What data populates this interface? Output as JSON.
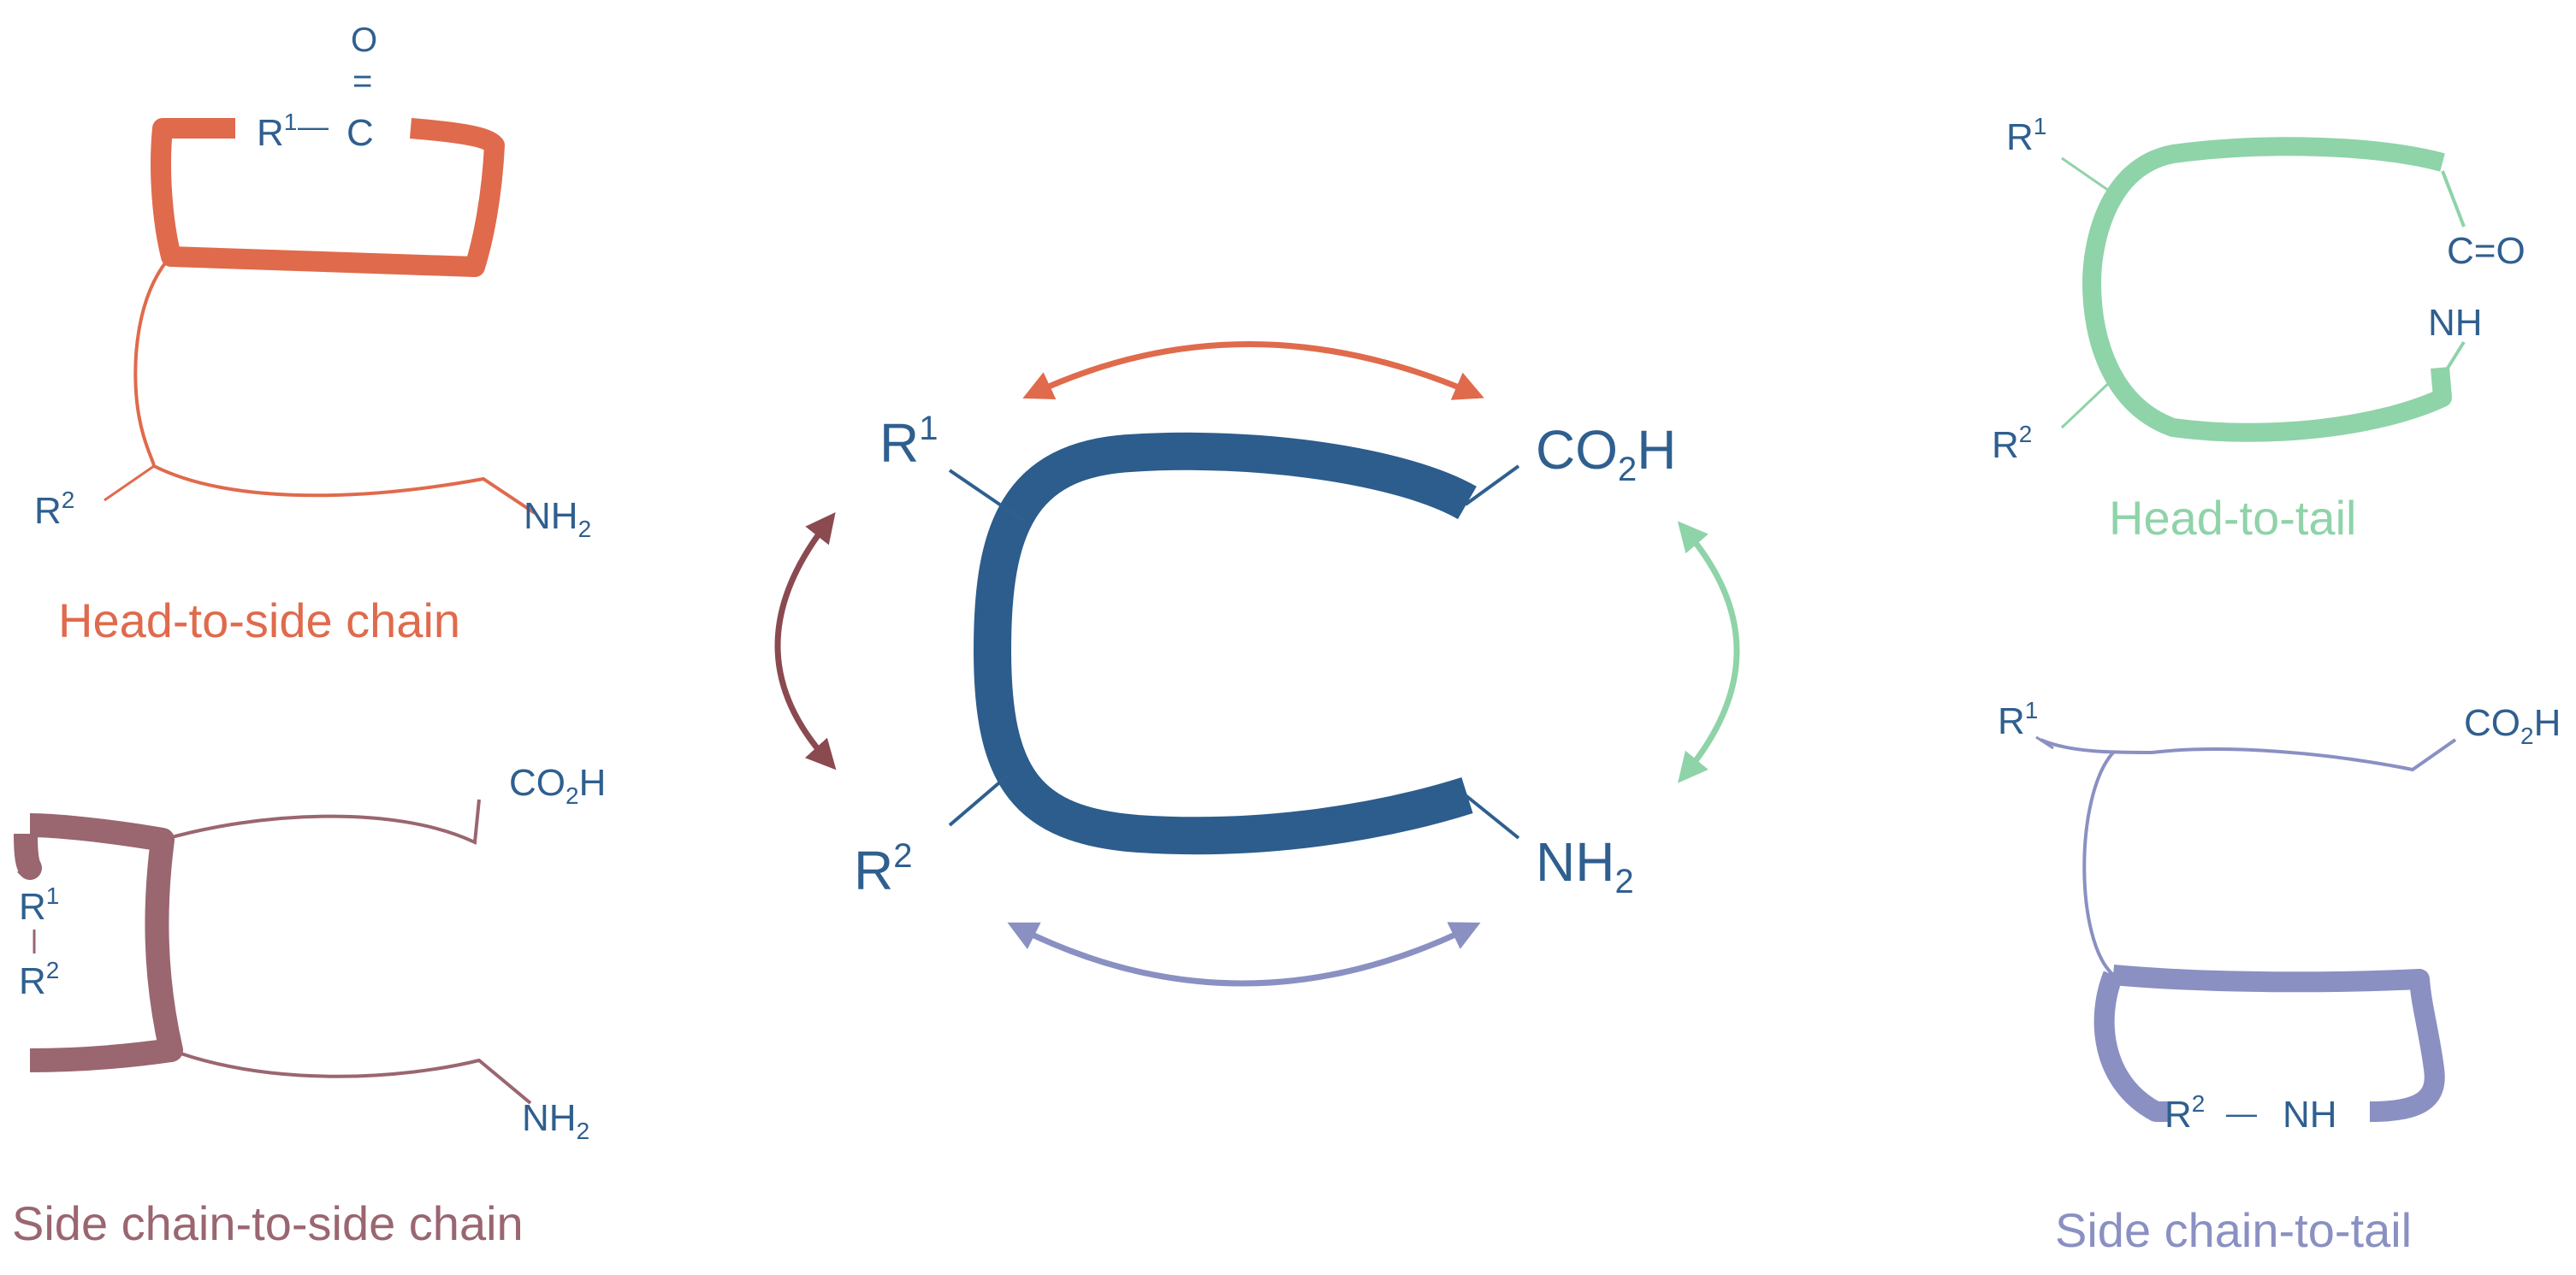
{
  "colors": {
    "ink": "#2f5f8f",
    "central_chain": "#2c5d8c",
    "head_to_side": "#e06a4c",
    "side_to_side": "#9a6670",
    "head_to_tail": "#8fd3a9",
    "side_to_tail": "#8a90c2"
  },
  "center": {
    "r1": "R",
    "r1_sup": "1",
    "r2": "R",
    "r2_sup": "2",
    "cooh": "CO",
    "cooh_sub": "2",
    "cooh_end": "H",
    "nh2": "NH",
    "nh2_sub": "2"
  },
  "head_to_side": {
    "caption": "Head-to-side chain",
    "o": "O",
    "eq": "=",
    "r1": "R",
    "r1_sup": "1",
    "dash": "—",
    "c": "C",
    "r2": "R",
    "r2_sup": "2",
    "nh2": "NH",
    "nh2_sub": "2"
  },
  "side_to_side": {
    "caption": "Side chain-to-side chain",
    "cooh": "CO",
    "cooh_sub": "2",
    "cooh_end": "H",
    "r1": "R",
    "r1_sup": "1",
    "r2": "R",
    "r2_sup": "2",
    "nh2": "NH",
    "nh2_sub": "2"
  },
  "head_to_tail": {
    "caption": "Head-to-tail",
    "r1": "R",
    "r1_sup": "1",
    "r2": "R",
    "r2_sup": "2",
    "co": "C=O",
    "nh": "NH"
  },
  "side_to_tail": {
    "caption": "Side chain-to-tail",
    "r1": "R",
    "r1_sup": "1",
    "cooh": "CO",
    "cooh_sub": "2",
    "cooh_end": "H",
    "r2": "R",
    "r2_sup": "2",
    "dash": "—",
    "nh": "NH"
  }
}
